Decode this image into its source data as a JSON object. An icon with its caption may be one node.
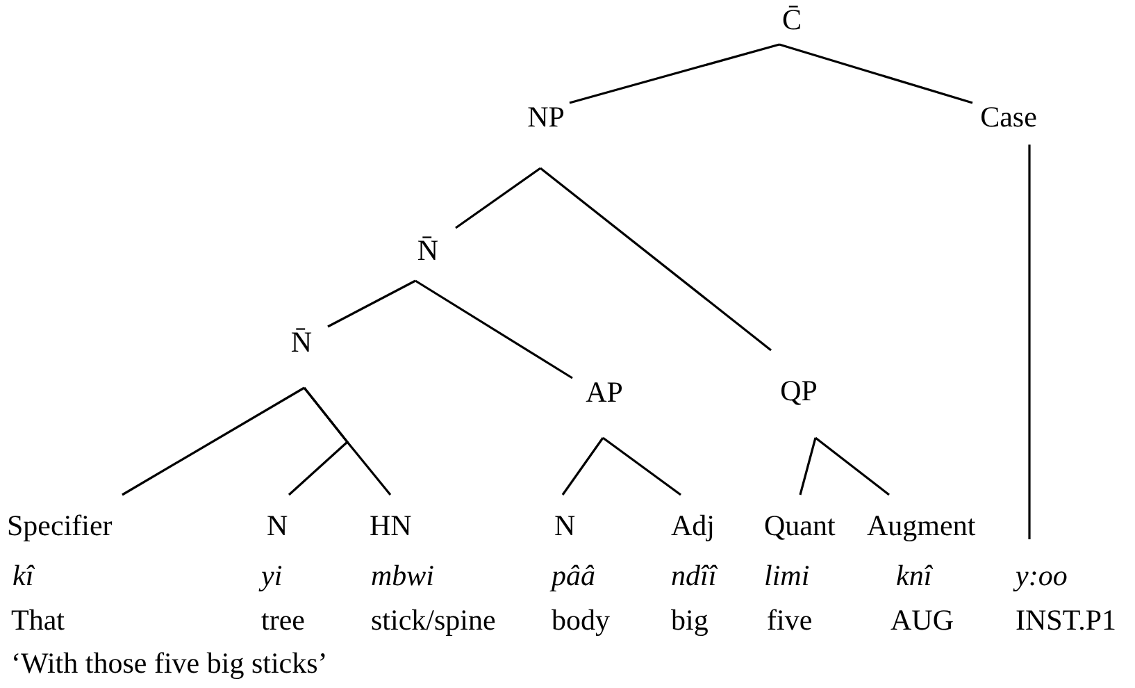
{
  "diagram": {
    "caption": "‘With those five big sticks’",
    "nodes": [
      {
        "text": [
          "C̄"
        ]
      },
      {
        "text": [
          "NP"
        ]
      },
      {
        "text": [
          "Case"
        ]
      },
      {
        "text": [
          "N̄"
        ]
      },
      {
        "text": [
          "N̄"
        ]
      },
      {
        "text": [
          "AP"
        ]
      },
      {
        "text": [
          "QP"
        ]
      },
      {
        "text": [
          "Specifier"
        ],
        "beside": [
          "kî",
          "That"
        ]
      },
      {
        "text": [
          "N"
        ],
        "beside": [
          "yi",
          "tree"
        ]
      },
      {
        "text": [
          "HN"
        ],
        "beside": [
          "mbwi",
          "stick/spine"
        ]
      },
      {
        "text": [
          "N"
        ],
        "beside": [
          "pââ",
          "body"
        ]
      },
      {
        "text": [
          "Adj"
        ],
        "beside": [
          "ndîî",
          "big"
        ]
      },
      {
        "text": [
          "Quant"
        ],
        "beside": [
          "limi",
          "five"
        ]
      },
      {
        "text": [
          "Augment"
        ],
        "beside": [
          "knî",
          "AUG"
        ]
      },
      {
        "text": [
          "y:oo"
        ],
        "beside": [
          "INST.P1"
        ]
      }
    ],
    "edges": [
      {
        "from": 0,
        "to": 1,
        "arrow": "none"
      },
      {
        "from": 0,
        "to": 2,
        "arrow": "none"
      },
      {
        "from": 1,
        "to": 3,
        "arrow": "none"
      },
      {
        "from": 1,
        "to": 6,
        "arrow": "none"
      },
      {
        "from": 3,
        "to": 4,
        "arrow": "none"
      },
      {
        "from": 3,
        "to": 5,
        "arrow": "none"
      },
      {
        "from": 4,
        "to": 7,
        "arrow": "none"
      },
      {
        "from": 4,
        "to": 8,
        "arrow": "none"
      },
      {
        "from": 4,
        "to": 9,
        "arrow": "none"
      },
      {
        "from": 5,
        "to": 10,
        "arrow": "none"
      },
      {
        "from": 5,
        "to": 11,
        "arrow": "none"
      },
      {
        "from": 6,
        "to": 12,
        "arrow": "none"
      },
      {
        "from": 6,
        "to": 13,
        "arrow": "none"
      },
      {
        "from": 2,
        "to": 14,
        "arrow": "none"
      }
    ]
  }
}
